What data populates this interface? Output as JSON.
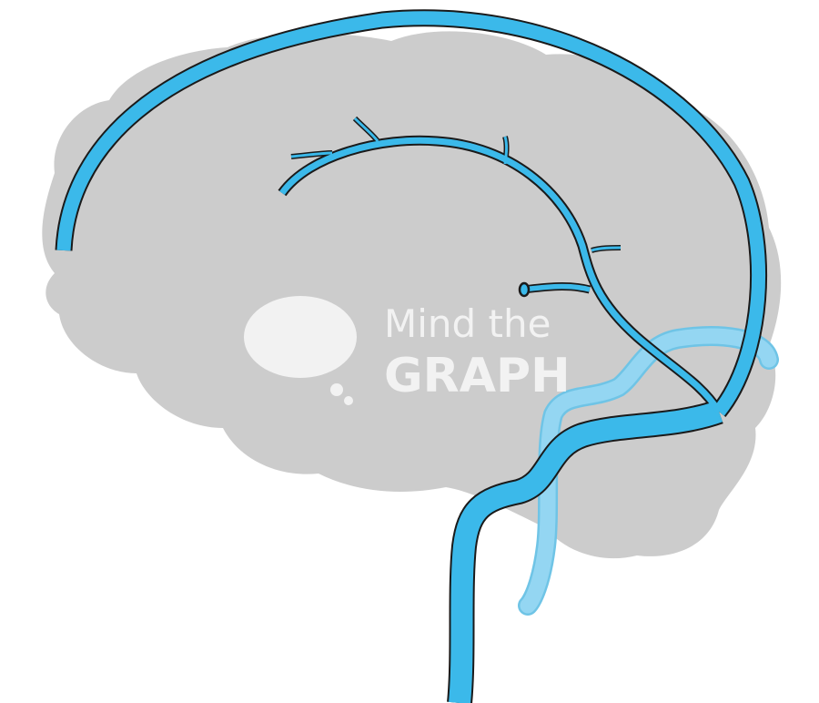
{
  "illustration": {
    "subject": "brain-venous-sinuses",
    "colors": {
      "brain": "#cccccc",
      "vein": "#3bb9ea",
      "vein_faded": "#8fd3f0",
      "outline": "#1a1a1a"
    }
  },
  "watermark": {
    "line1": "Mind the",
    "line2": "GRAPH"
  }
}
